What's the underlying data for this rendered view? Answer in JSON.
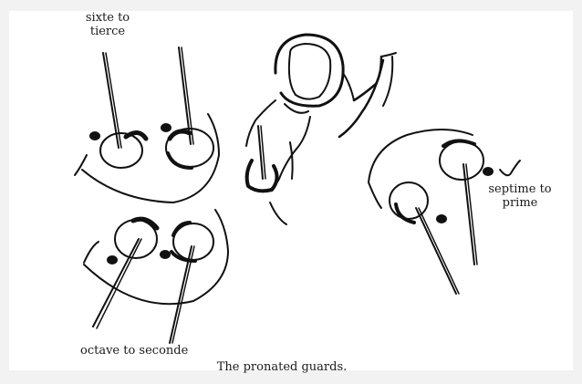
{
  "labels": {
    "sixte_line1": "sixte to",
    "sixte_line2": "tierce",
    "septime_line1": "septime to",
    "septime_line2": "prime",
    "octave": "octave to seconde"
  },
  "caption": "The pronated guards.",
  "colors": {
    "ink": "#111111",
    "paper": "#ffffff",
    "background": "#f2f2f2"
  }
}
